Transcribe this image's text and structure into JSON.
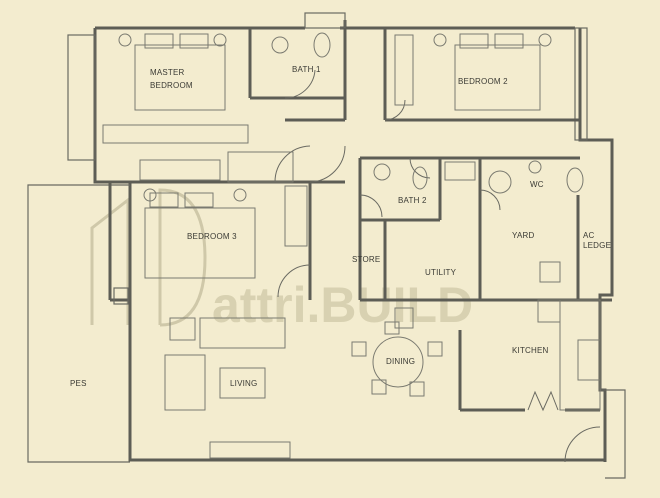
{
  "rooms": {
    "master_bedroom_line1": "MASTER",
    "master_bedroom_line2": "BEDROOM",
    "bath1": "BATH 1",
    "bedroom2": "BEDROOM 2",
    "bath2": "BATH 2",
    "wc": "WC",
    "yard": "YARD",
    "ac_ledge_line1": "AC",
    "ac_ledge_line2": "LEDGE",
    "bedroom3": "BEDROOM 3",
    "store": "STORE",
    "utility": "UTILITY",
    "dining": "DINING",
    "kitchen": "KITCHEN",
    "living": "LIVING",
    "pes": "PES"
  },
  "watermark": {
    "text": "attri.BUILD"
  },
  "colors": {
    "background": "#f3eccf",
    "wall": "#5d5d55",
    "watermark": "#d0c9a8"
  }
}
